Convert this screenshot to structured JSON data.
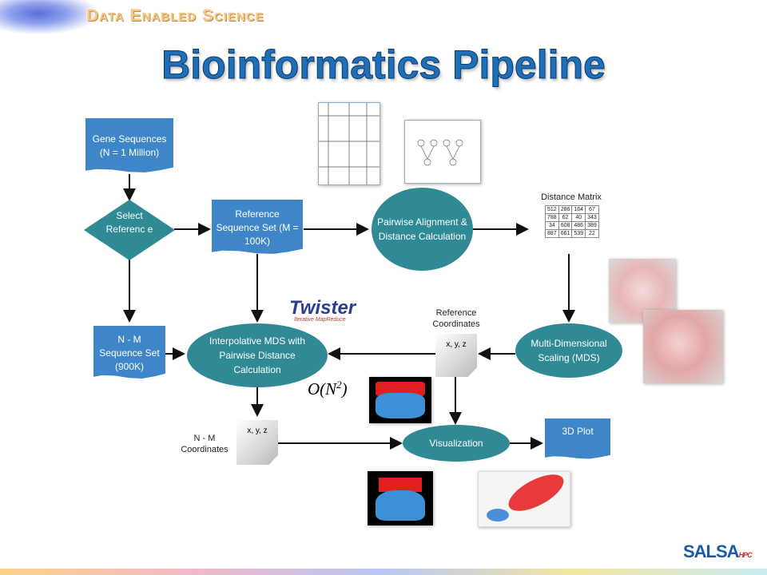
{
  "header": {
    "brand": "Data Enabled Science",
    "title": "Bioinformatics Pipeline"
  },
  "nodes": {
    "gene_sequences": "Gene Sequences (N = 1 Million)",
    "select_reference": "Select Referenc e",
    "reference_sequence_set": "Reference Sequence Set (M = 100K)",
    "pairwise_alignment": "Pairwise Alignment & Distance Calculation",
    "distance_matrix_label": "Distance Matrix",
    "nm_sequence_set": "N - M Sequence Set (900K)",
    "interpolative_mds": "Interpolative MDS with Pairwise Distance Calculation",
    "reference_coordinates_label": "Reference Coordinates",
    "ref_coords_file": "x, y, z",
    "mds": "Multi-Dimensional Scaling (MDS)",
    "nm_coordinates_label": "N - M Coordinates",
    "nm_coords_file": "x, y, z",
    "visualization": "Visualization",
    "plot_3d": "3D Plot",
    "complexity": "O(N2)"
  },
  "distance_matrix": [
    [
      "512",
      "286",
      "164",
      "67"
    ],
    [
      "788",
      "62",
      "40",
      "343"
    ],
    [
      "34",
      "608",
      "486",
      "389"
    ],
    [
      "887",
      "661",
      "539",
      "22"
    ]
  ],
  "logos": {
    "twister": "Twister",
    "twister_sub": "Iterative MapReduce",
    "salsa": "SALSA",
    "salsa_sub": "HPC"
  },
  "colors": {
    "doc_blue": "#3f86c8",
    "oval_teal": "#2f8a96",
    "title_blue": "#1f6fb8"
  }
}
